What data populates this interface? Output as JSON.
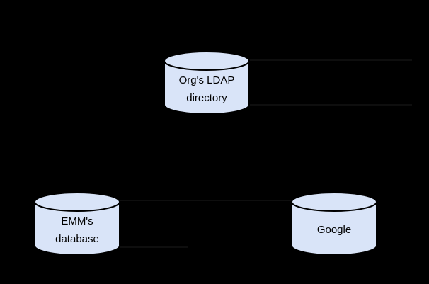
{
  "colors": {
    "background": "#000000",
    "node_fill": "#d9e4f8",
    "node_stroke": "#000000",
    "label_color": "#000000",
    "faint_line": "#0e0e0e"
  },
  "nodes": [
    {
      "id": "orgs-ldap-directory",
      "shape": "cylinder",
      "label_lines": [
        "Org's LDAP",
        "directory"
      ]
    },
    {
      "id": "emms-database",
      "shape": "cylinder",
      "label_lines": [
        "EMM's",
        "database"
      ]
    },
    {
      "id": "google",
      "shape": "cylinder",
      "label_lines": [
        "Google"
      ]
    }
  ]
}
